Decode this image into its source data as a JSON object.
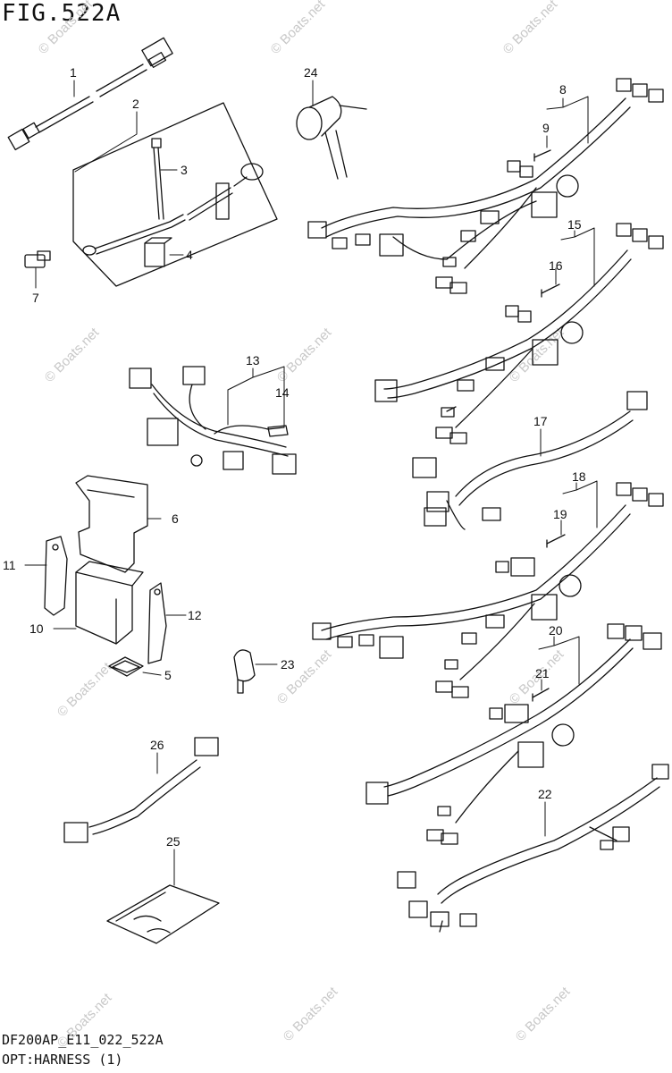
{
  "figure": {
    "title": "FIG.522A",
    "model_code": "DF200AP_E11_022_522A",
    "section": "OPT:HARNESS (1)"
  },
  "watermark": "© Boats.net",
  "callouts": [
    "1",
    "2",
    "3",
    "4",
    "5",
    "6",
    "7",
    "8",
    "9",
    "10",
    "11",
    "12",
    "13",
    "14",
    "15",
    "16",
    "17",
    "18",
    "19",
    "20",
    "21",
    "22",
    "23",
    "24",
    "25",
    "26"
  ]
}
